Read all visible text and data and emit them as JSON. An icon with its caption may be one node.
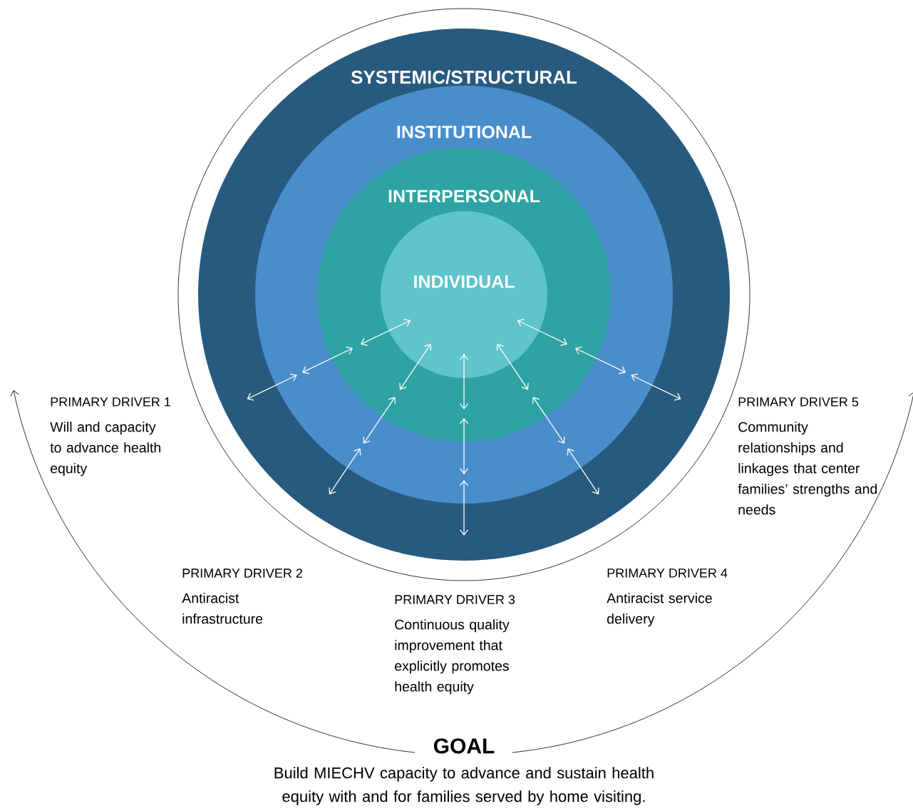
{
  "diagram": {
    "nodes": [
      {
        "text": [
          "SYSTEMIC/STRUCTURAL"
        ]
      },
      {
        "text": [
          "INSTITUTIONAL"
        ],
        "in": 0
      },
      {
        "text": [
          "INTERPERSONAL"
        ],
        "in": 1
      },
      {
        "text": [
          "INDIVIDUAL"
        ],
        "in": 2
      },
      {
        "text": [
          "GOAL",
          "Build MIECHV capacity to advance and sustain health equity with and for families served by home visiting."
        ]
      }
    ],
    "edges": [
      {
        "from": 4,
        "to": null,
        "arrow": "to"
      },
      {
        "from": 4,
        "to": null,
        "arrow": "to"
      }
    ],
    "labels": [
      "PRIMARY DRIVER 1",
      "Will and capacity to advance health equity",
      "PRIMARY DRIVER 2",
      "Antiracist infrastructure",
      "PRIMARY DRIVER 3",
      "Continuous quality improvement that explicitly promotes health equity",
      "PRIMARY DRIVER 4",
      "Antiracist service delivery",
      "PRIMARY DRIVER 5",
      "Community relationships and linkages that center families’ strengths and needs"
    ]
  }
}
